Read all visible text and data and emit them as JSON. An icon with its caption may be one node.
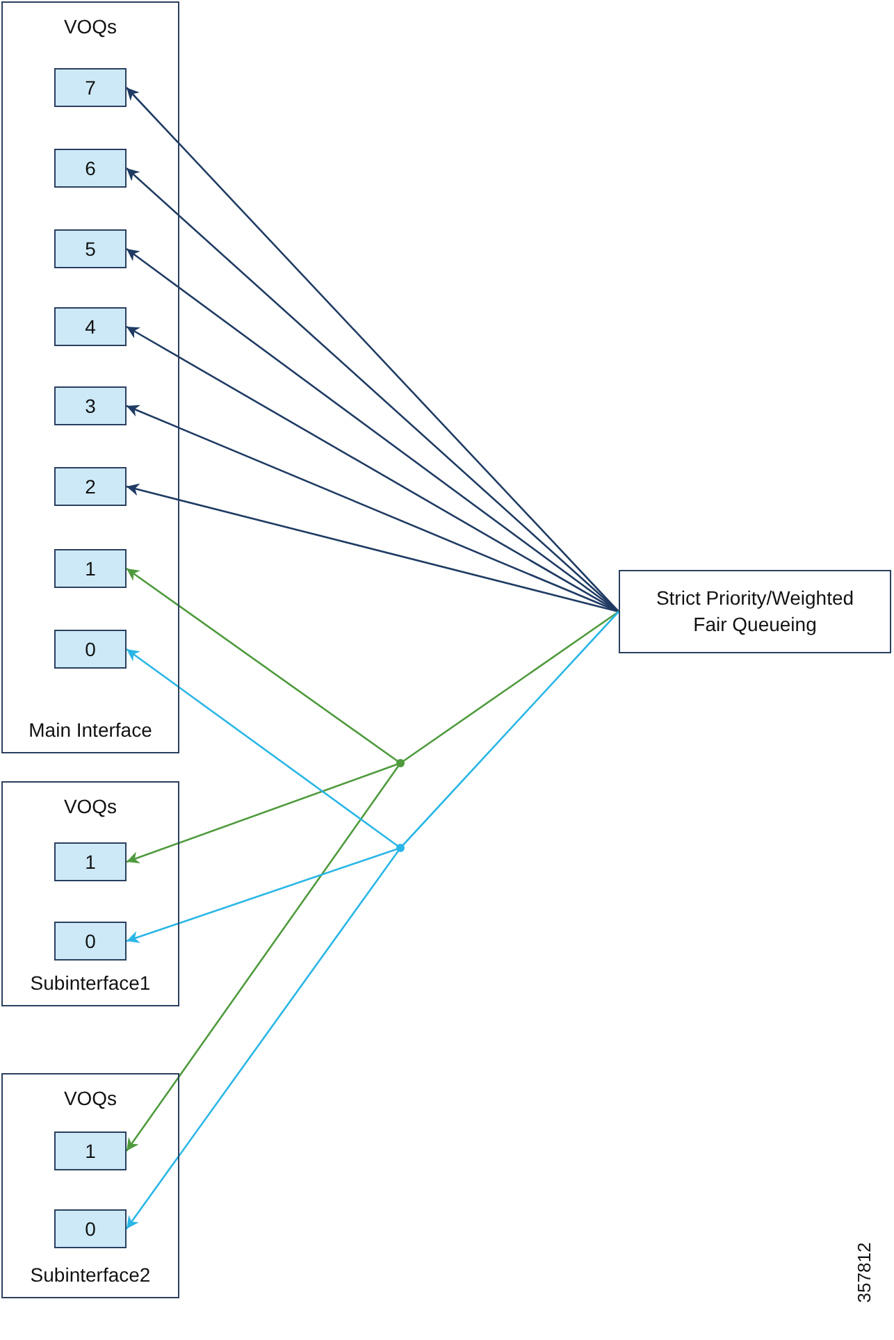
{
  "diagram": {
    "nodes": [
      {
        "text": [
          "VOQs",
          "Main Interface"
        ]
      },
      {
        "text": [
          "7"
        ],
        "in": 0
      },
      {
        "text": [
          "6"
        ],
        "in": 0
      },
      {
        "text": [
          "5"
        ],
        "in": 0
      },
      {
        "text": [
          "4"
        ],
        "in": 0
      },
      {
        "text": [
          "3"
        ],
        "in": 0
      },
      {
        "text": [
          "2"
        ],
        "in": 0
      },
      {
        "text": [
          "1"
        ],
        "in": 0
      },
      {
        "text": [
          "0"
        ],
        "in": 0
      },
      {
        "text": [
          "VOQs",
          "Subinterface1"
        ]
      },
      {
        "text": [
          "1"
        ],
        "in": 9
      },
      {
        "text": [
          "0"
        ],
        "in": 9
      },
      {
        "text": [
          "VOQs",
          "Subinterface2"
        ]
      },
      {
        "text": [
          "1"
        ],
        "in": 12
      },
      {
        "text": [
          "0"
        ],
        "in": 12
      },
      {
        "text": [
          "Strict Priority/Weighted Fair Queueing"
        ]
      },
      {
        "text": [],
        "shape": "circle"
      },
      {
        "text": [],
        "shape": "circle"
      }
    ],
    "edges": [
      {
        "from": 15,
        "to": 1,
        "arrow": "to"
      },
      {
        "from": 15,
        "to": 2,
        "arrow": "to"
      },
      {
        "from": 15,
        "to": 3,
        "arrow": "to"
      },
      {
        "from": 15,
        "to": 4,
        "arrow": "to"
      },
      {
        "from": 15,
        "to": 5,
        "arrow": "to"
      },
      {
        "from": 15,
        "to": 6,
        "arrow": "to"
      },
      {
        "from": 15,
        "to": 16,
        "arrow": "none",
        "color": "#4e9a3c"
      },
      {
        "from": 16,
        "to": 7,
        "arrow": "to",
        "color": "#4e9a3c"
      },
      {
        "from": 16,
        "to": 10,
        "arrow": "to",
        "color": "#4e9a3c"
      },
      {
        "from": 16,
        "to": 13,
        "arrow": "to",
        "color": "#4e9a3c"
      },
      {
        "from": 15,
        "to": 17,
        "arrow": "none",
        "color": "#29b6e6"
      },
      {
        "from": 17,
        "to": 8,
        "arrow": "to",
        "color": "#29b6e6"
      },
      {
        "from": 17,
        "to": 11,
        "arrow": "to",
        "color": "#29b6e6"
      },
      {
        "from": 17,
        "to": 14,
        "arrow": "to",
        "color": "#29b6e6"
      }
    ],
    "labels": [
      "357812"
    ]
  }
}
